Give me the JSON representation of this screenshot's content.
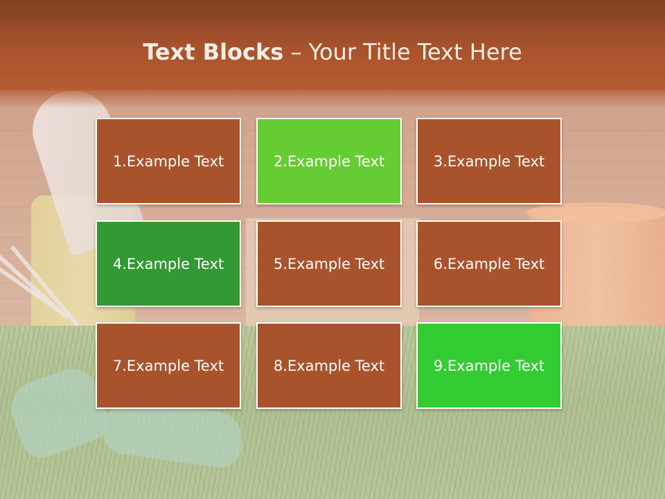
{
  "title": {
    "bold": "Text Blocks",
    "separator": " – ",
    "rest": "Your Title Text Here"
  },
  "blocks": [
    {
      "label": "1.Example Text",
      "color": "#a9532d"
    },
    {
      "label": "2.Example Text",
      "color": "#66cc33"
    },
    {
      "label": "3.Example Text",
      "color": "#a9532d"
    },
    {
      "label": "4.Example Text",
      "color": "#339933"
    },
    {
      "label": "5.Example Text",
      "color": "#a9532d"
    },
    {
      "label": "6.Example Text",
      "color": "#a9532d"
    },
    {
      "label": "7.Example Text",
      "color": "#a9532d"
    },
    {
      "label": "8.Example Text",
      "color": "#a9532d"
    },
    {
      "label": "9.Example Text",
      "color": "#33cc33"
    }
  ],
  "colors": {
    "title_bar": "#a9532d",
    "title_text": "#fbeee4",
    "block_border": "#ffffff"
  }
}
